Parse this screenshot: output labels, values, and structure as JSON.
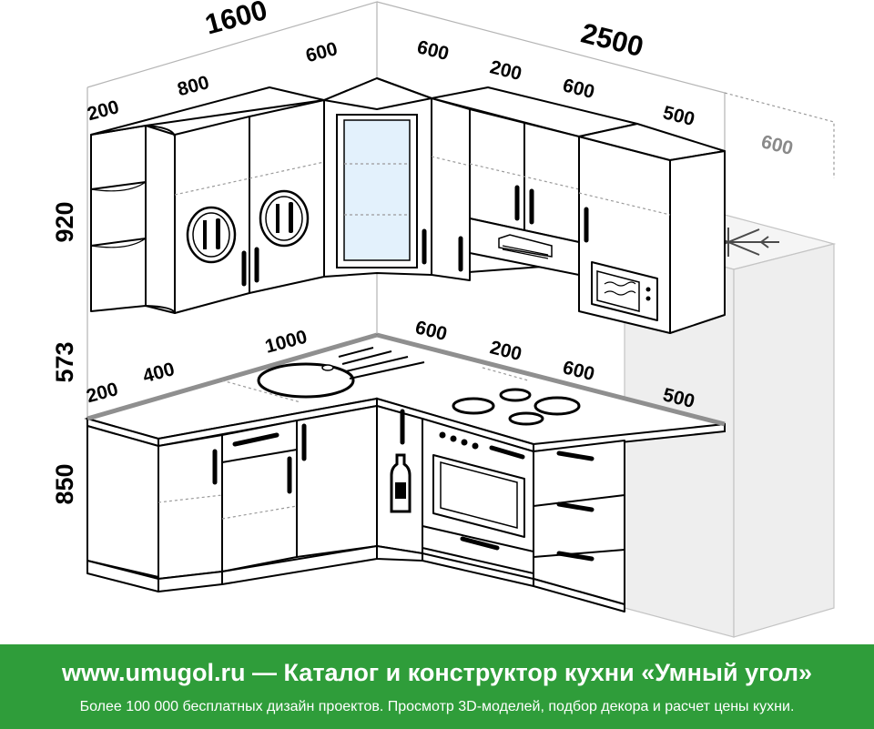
{
  "dimensions": {
    "upper_left_total": "1600",
    "upper_right_total": "2500",
    "upper_left_end": "200",
    "upper_left_cab": "800",
    "upper_corner_left": "600",
    "upper_corner_right": "600",
    "upper_gap": "200",
    "upper_right_cab": "600",
    "upper_end_cab": "500",
    "fridge_width": "600",
    "upper_height": "920",
    "backsplash_height": "573",
    "base_height": "850",
    "base_left_end": "200",
    "base_left_cab": "400",
    "base_left_sink": "1000",
    "base_right_corner": "600",
    "base_gap": "200",
    "base_right_cab": "600",
    "base_right_end": "500"
  },
  "colors": {
    "footer_bg": "#2f9d3a",
    "footer_text": "#ffffff",
    "glass": "#e3f1fc",
    "fridge": "#eeeeee"
  },
  "icons": [
    "plate-cutlery-icon",
    "snowflake-icon",
    "bottle-icon",
    "microwave-icon",
    "range-hood-icon",
    "hob-icon",
    "oven-icon",
    "sink-icon"
  ],
  "footer": {
    "title": "www.umugol.ru  —  Каталог и конструктор кухни «Умный угол»",
    "subtitle": "Более 100 000 бесплатных дизайн проектов. Просмотр 3D-моделей, подбор декора и расчет цены кухни."
  }
}
